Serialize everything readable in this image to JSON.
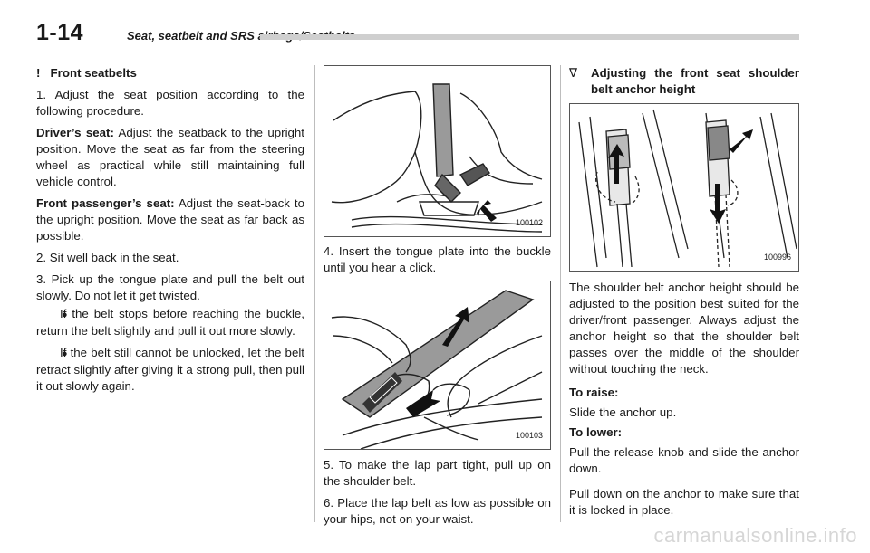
{
  "header": {
    "page_number": "1-14",
    "chapter": "Seat, seatbelt and SRS airbags/Seatbelts"
  },
  "col1": {
    "section_marker": "!",
    "section_title": "Front seatbelts",
    "step1": "1.  Adjust the seat position according to the following procedure.",
    "driver_label": "Driver’s seat:",
    "driver_text": " Adjust the seatback to the upright position. Move the seat as far from the steering wheel as practical while still maintaining full vehicle control.",
    "passenger_label": "Front passenger’s seat:",
    "passenger_text": " Adjust the seat-back to the upright position. Move the seat as far back as possible.",
    "step2": "2.  Sit well back in the seat.",
    "step3": "3.  Pick up the tongue plate and pull the belt out slowly. Do not let it get twisted.",
    "bullets": [
      "If the belt stops before reaching the buckle, return the belt slightly and pull it out more slowly.",
      "If the belt still cannot be unlocked, let the belt retract slightly after giving it a strong pull, then pull it out slowly again."
    ]
  },
  "col2": {
    "figure1_id": "100102",
    "step4": "4.  Insert the tongue plate into the buckle until you hear a click.",
    "figure2_id": "100103",
    "step5": "5.  To make the lap part tight, pull up on the shoulder belt.",
    "step6": "6.  Place the lap belt as low as possible on your hips, not on your waist."
  },
  "col3": {
    "subsection_marker": "∇",
    "subsection_title": "Adjusting the front seat shoulder belt anchor height",
    "figure3_id": "100996",
    "para1": "The shoulder belt anchor height should be adjusted to the position best suited for the driver/front passenger. Always adjust the anchor height so that the shoulder belt passes over the middle of the shoulder without touching the neck.",
    "raise_label": "To raise:",
    "raise_text": "Slide the anchor up.",
    "lower_label": "To lower:",
    "lower_text": "Pull the release knob and slide the anchor down.",
    "para2": "Pull down on the anchor to make sure that it is locked in place."
  },
  "watermark": "carmanualsonline.info"
}
